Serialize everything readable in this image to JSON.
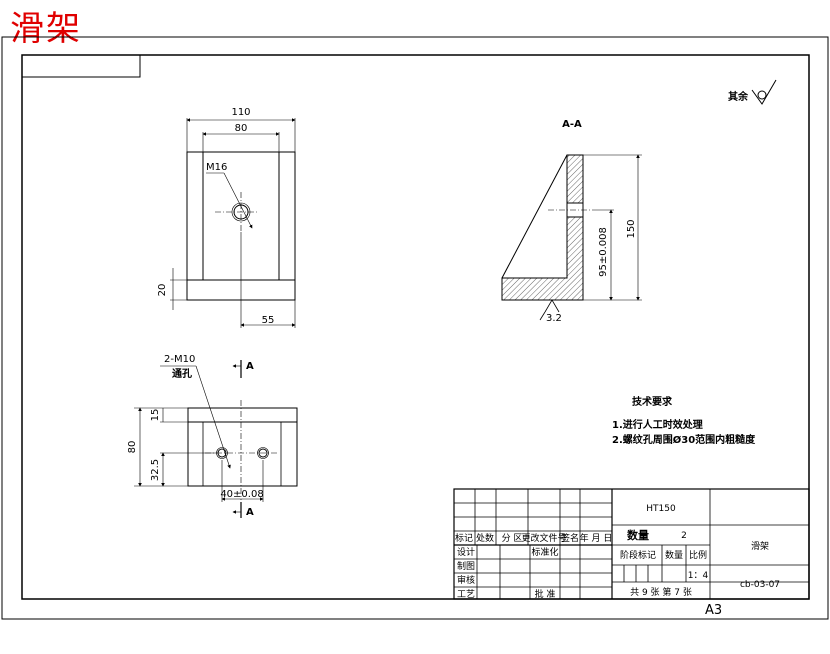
{
  "title": "滑架",
  "sheet_size": "A3",
  "roughness_note": "其余",
  "section_label": "A-A",
  "section_marker": "A",
  "top_view": {
    "dim_110": "110",
    "dim_80": "80",
    "hole_label": "M16",
    "dim_20": "20",
    "dim_55": "55"
  },
  "section_view": {
    "dim_150": "150",
    "dim_95": "95±0.008",
    "roughness_value": "3.2"
  },
  "bottom_view": {
    "hole_label": "2-M10",
    "through_label": "通孔",
    "dim_80": "80",
    "dim_15": "15",
    "dim_32_5": "32.5",
    "dim_40": "40±0.08"
  },
  "tech_req": {
    "heading": "技术要求",
    "items": [
      "1.进行人工时效处理",
      "2.螺纹孔周围Ø30范围内粗糙度"
    ]
  },
  "title_block": {
    "material": "HT150",
    "qty_label": "数量",
    "qty_value": "2",
    "part_name": "滑架",
    "drawing_no": "cb-03-07",
    "weight_label": "数量",
    "scale_label": "比例",
    "scale_value": "1：4",
    "stage_label": "阶段标记",
    "sheets": "共 9 张  第 7 张",
    "rev_headers": [
      "标记",
      "处数",
      "分 区",
      "更改文件号",
      "签名",
      "年 月 日"
    ],
    "roles": [
      "设计",
      "制图",
      "审核",
      "工艺"
    ],
    "std_label": "标准化",
    "approve_label": "批 准"
  }
}
